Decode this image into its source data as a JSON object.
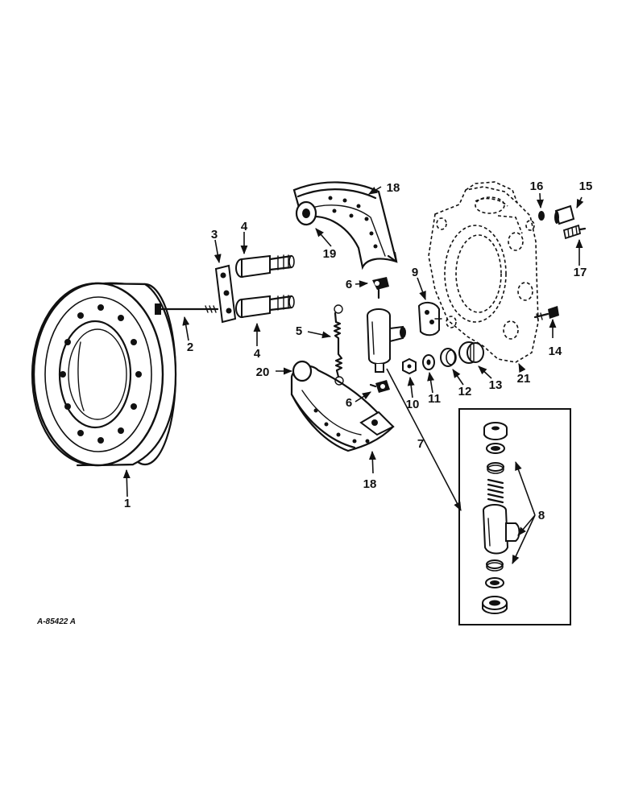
{
  "reference_number": "A-85422 A",
  "callouts": {
    "c1": "1",
    "c2": "2",
    "c3": "3",
    "c4a": "4",
    "c4b": "4",
    "c5": "5",
    "c6a": "6",
    "c6b": "6",
    "c7": "7",
    "c8": "8",
    "c9": "9",
    "c10": "10",
    "c11": "11",
    "c12": "12",
    "c13": "13",
    "c14": "14",
    "c15": "15",
    "c16": "16",
    "c17": "17",
    "c18a": "18",
    "c18b": "18",
    "c19": "19",
    "c20": "20",
    "c21": "21"
  },
  "colors": {
    "ink": "#111111",
    "paper": "#ffffff"
  }
}
